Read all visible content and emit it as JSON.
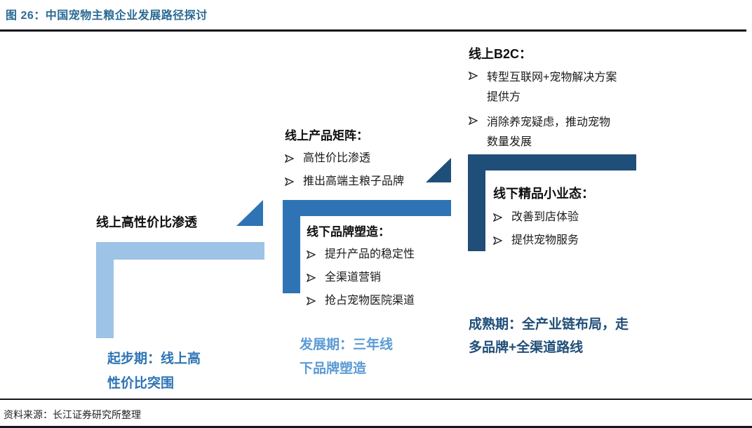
{
  "page": {
    "title": "图 26：中国宠物主粮企业发展路径探讨",
    "source": "资料来源：长江证券研究所整理"
  },
  "glyphs": {
    "bullet": "➢"
  },
  "colors": {
    "title_text": "#2B6A93",
    "stage1_fill": "#9DC3E6",
    "stage2_fill": "#2E74B5",
    "stage3_fill": "#1F4E79",
    "stage1_label_text": "#2E74B5",
    "stage2_label_text": "#5B9BD5",
    "stage3_label_text": "#1F4E79"
  },
  "stage1": {
    "header": "线上高性价比渗透",
    "label_lines": [
      "起步期：线上高",
      "性价比突围"
    ]
  },
  "stage2": {
    "online_block": {
      "header": "线上产品矩阵：",
      "bullets": [
        "高性价比渗透",
        "推出高端主粮子品牌"
      ]
    },
    "offline_block": {
      "header": "线下品牌塑造：",
      "bullets": [
        "提升产品的稳定性",
        "全渠道营销",
        "抢占宠物医院渠道"
      ]
    },
    "label_lines": [
      "发展期：三年线",
      "下品牌塑造"
    ]
  },
  "stage3": {
    "online_block": {
      "header": "线上B2C：",
      "bullets": [
        [
          "转型互联网+宠物解决方案",
          "提供方"
        ],
        [
          "消除养宠疑虑，推动宠物",
          "数量发展"
        ]
      ]
    },
    "offline_block": {
      "header": "线下精品小业态：",
      "bullets": [
        "改善到店体验",
        "提供宠物服务"
      ]
    },
    "label_lines": [
      "成熟期：全产业链布局，走",
      "多品牌+全渠道路线"
    ]
  }
}
